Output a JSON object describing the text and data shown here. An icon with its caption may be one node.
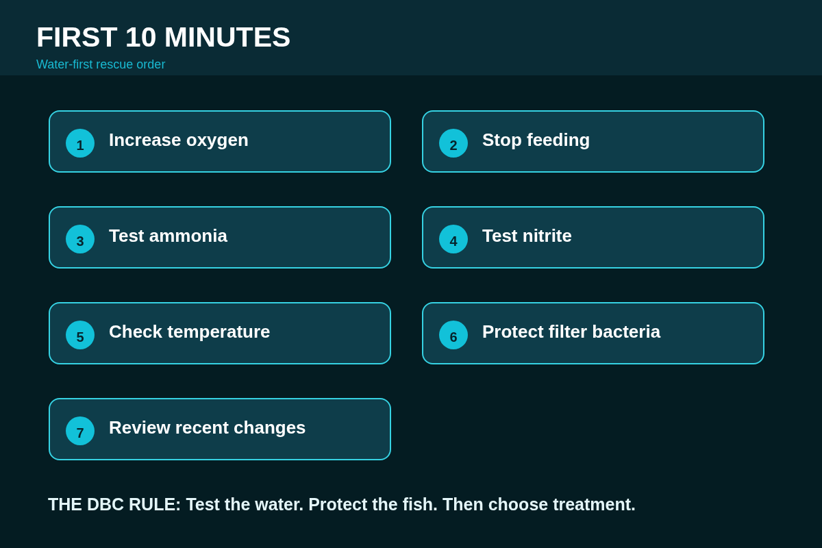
{
  "diagram": {
    "title": "FIRST 10 MINUTES",
    "nodes": [
      {
        "text": [
          "1",
          "Increase oxygen"
        ]
      },
      {
        "text": [
          "2",
          "Stop feeding"
        ]
      },
      {
        "text": [
          "3",
          "Test ammonia"
        ]
      },
      {
        "text": [
          "4",
          "Test nitrite"
        ]
      },
      {
        "text": [
          "5",
          "Check temperature"
        ]
      },
      {
        "text": [
          "6",
          "Protect filter bacteria"
        ]
      },
      {
        "text": [
          "7",
          "Review recent changes"
        ]
      }
    ],
    "labels": [
      "Water-first rescue order",
      "THE DBC RULE: Test the water. Protect the fish. Then choose treatment."
    ]
  }
}
